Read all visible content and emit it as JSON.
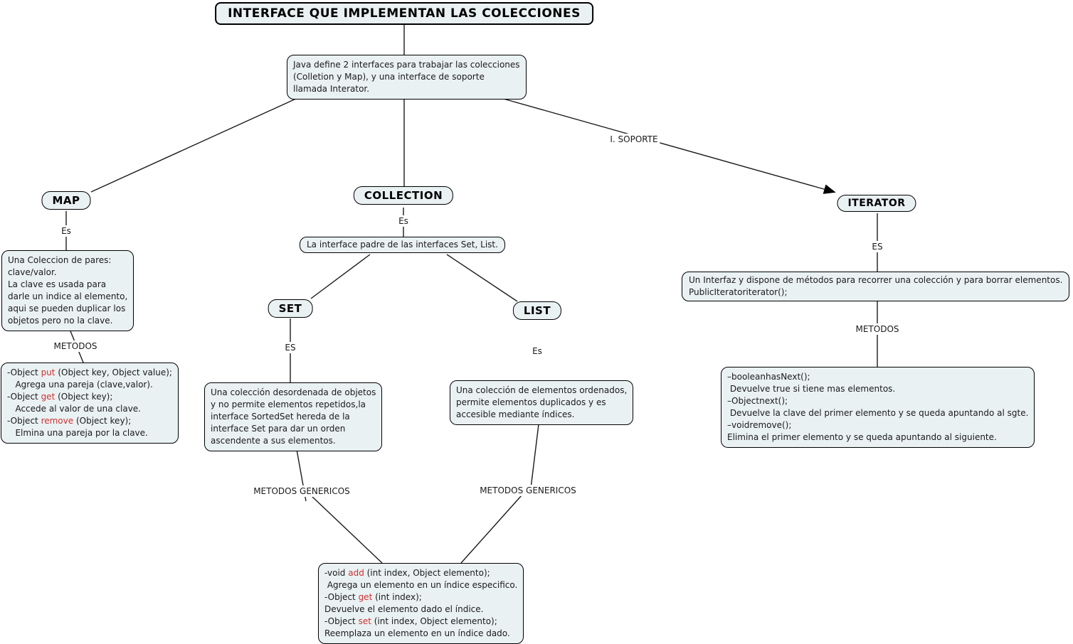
{
  "title": "INTERFACE QUE IMPLEMENTAN LAS COLECCIONES",
  "intro": {
    "text": "Java define 2 interfaces para trabajar las colecciones\n(Colletion y Map), y una interface de soporte\nllamada Interator."
  },
  "labels": {
    "soporte": "I. SOPORTE",
    "map_es": "Es",
    "map_metodos": "METODOS",
    "collection_es": "Es",
    "set_es": "ES",
    "list_es": "Es",
    "set_genericos": "METODOS GENERICOS",
    "list_genericos": "METODOS GENERICOS",
    "iterator_es": "ES",
    "iterator_metodos": "METODOS"
  },
  "nodes": {
    "map": {
      "label": "MAP",
      "description": "Una Coleccion de pares:\nclave/valor.\nLa clave es usada para\ndarle un indice al elemento,\naqui se pueden duplicar los\nobjetos pero no la clave."
    },
    "collection": {
      "label": "COLLECTION",
      "description": "La interface padre de las interfaces Set, List."
    },
    "set": {
      "label": "SET",
      "description": "Una colección desordenada de objetos\ny no permite elementos repetidos,la\ninterface SortedSet hereda de la\ninterface Set para dar un orden\nascendente a sus elementos."
    },
    "list": {
      "label": "LIST",
      "description": "Una colección de elementos ordenados,\npermite elementos duplicados y es\naccesible mediante índices."
    },
    "iterator": {
      "label": "ITERATOR",
      "description": "Un Interfaz y dispone de métodos para recorrer una colección y para borrar elementos.\nPublicIteratoriterator();"
    }
  },
  "map_methods": {
    "lines": [
      [
        {
          "t": "-Object "
        },
        {
          "t": "put",
          "red": true
        },
        {
          "t": " (Object key, Object value);"
        }
      ],
      [
        {
          "t": "   Agrega una pareja (clave,valor)."
        }
      ],
      [
        {
          "t": "-Object "
        },
        {
          "t": "get",
          "red": true
        },
        {
          "t": " (Object key);"
        }
      ],
      [
        {
          "t": "   Accede al valor de una clave."
        }
      ],
      [
        {
          "t": "-Object "
        },
        {
          "t": "remove",
          "red": true
        },
        {
          "t": " (Object key);"
        }
      ],
      [
        {
          "t": "   Elmina una pareja por la clave."
        }
      ]
    ]
  },
  "generic_methods": {
    "lines": [
      [
        {
          "t": "-void "
        },
        {
          "t": "add",
          "red": true
        },
        {
          "t": " (int index, Object elemento);"
        }
      ],
      [
        {
          "t": " Agrega un elemento en un índice especifico."
        }
      ],
      [
        {
          "t": "-Object "
        },
        {
          "t": "get",
          "red": true
        },
        {
          "t": " (int index);"
        }
      ],
      [
        {
          "t": "Devuelve el elemento dado el índice."
        }
      ],
      [
        {
          "t": "-Object "
        },
        {
          "t": "set",
          "red": true
        },
        {
          "t": " (int index, Object elemento);"
        }
      ],
      [
        {
          "t": "Reemplaza un elemento en un índice dado."
        }
      ]
    ]
  },
  "iterator_methods": {
    "lines": [
      [
        {
          "t": "–booleanhasNext();"
        }
      ],
      [
        {
          "t": " Devuelve true si tiene mas elementos."
        }
      ],
      [
        {
          "t": "–Objectnext();"
        }
      ],
      [
        {
          "t": " Devuelve la clave del primer elemento y se queda apuntando al sgte."
        }
      ],
      [
        {
          "t": "–voidremove();"
        }
      ],
      [
        {
          "t": "Elimina el primer elemento y se queda apuntando al siguiente."
        }
      ]
    ]
  },
  "colors": {
    "box_fill": "#eaf1f3",
    "box_border": "#000000",
    "keyword_red": "#cc3333",
    "text": "#1a1a1a",
    "line": "#1a1a1a"
  }
}
